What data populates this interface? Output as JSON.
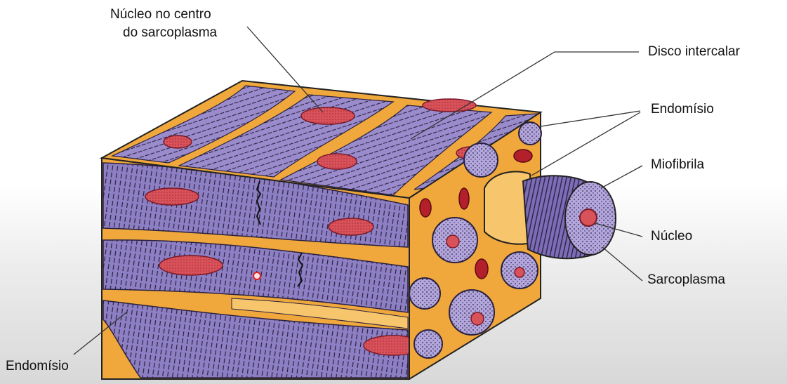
{
  "labels": {
    "nucleo_centro_line1": "Núcleo no centro",
    "nucleo_centro_line2": "do sarcoplasma",
    "disco_intercalar": "Disco intercalar",
    "endomisio_right": "Endomísio",
    "miofibrila": "Miofibrila",
    "nucleo": "Núcleo",
    "sarcoplasma": "Sarcoplasma",
    "endomisio_left": "Endomísio"
  },
  "colors": {
    "fiber_purple": "#8d7fc3",
    "fiber_purple_dark": "#6f5fa8",
    "endomysium_orange": "#f0a83c",
    "endomysium_light": "#f6c56c",
    "nucleus_red": "#d8525a",
    "nucleus_dark": "#a8283a",
    "striation": "#2a2140",
    "leader_line": "#333333"
  }
}
